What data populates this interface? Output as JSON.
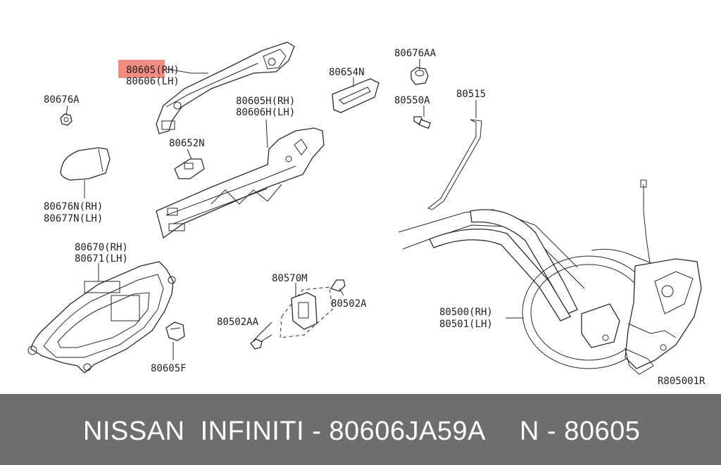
{
  "diagram": {
    "highlight_color": "#f28b82",
    "labels": {
      "p80605_rh": "80605(RH)",
      "p80606_lh": "80606(LH)",
      "p80676a": "80676A",
      "p80652n": "80652N",
      "p80676n_rh": "80676N(RH)",
      "p80677n_lh": "80677N(LH)",
      "p80605h_rh": "80605H(RH)",
      "p80606h_lh": "80606H(LH)",
      "p80654n": "80654N",
      "p80676aa": "80676AA",
      "p80550a": "80550A",
      "p80515": "80515",
      "p80670_rh": "80670(RH)",
      "p80671_lh": "80671(LH)",
      "p80570m": "80570M",
      "p80502a": "80502A",
      "p80502aa": "80502AA",
      "p80605f": "80605F",
      "p80500_rh": "80500(RH)",
      "p80501_lh": "80501(LH)",
      "ref": "R805001R"
    }
  },
  "footer": {
    "brand": "NISSAN  INFINITI - 80606JA59A",
    "part": "N - 80605"
  }
}
